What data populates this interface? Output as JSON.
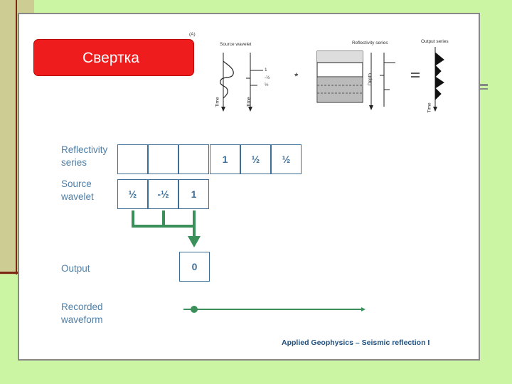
{
  "slide": {
    "title": "Свертка",
    "caption": "Applied Geophysics – Seismic reflection I"
  },
  "figure": {
    "panel_label": "(A)",
    "source_wavelet_title": "Source wavelet",
    "reflectivity_title": "Reflectivity series",
    "output_title": "Output series",
    "time_label": "Time",
    "depth_label": "Depth",
    "spike_labels": [
      "1",
      "-½",
      "½"
    ]
  },
  "diagram": {
    "row_labels": {
      "reflectivity": "Reflectivity\nseries",
      "wavelet": "Source\nwavelet",
      "output": "Output",
      "recorded": "Recorded\nwaveform"
    },
    "reflectivity_cells": [
      "",
      "",
      "",
      "1",
      "½",
      "½"
    ],
    "wavelet_cells": [
      "½",
      "-½",
      "1"
    ],
    "output_cell": "0"
  },
  "colors": {
    "accent_green": "#3a8f5a",
    "title_red": "#ee1c1c",
    "text_blue": "#4d7fa8"
  }
}
